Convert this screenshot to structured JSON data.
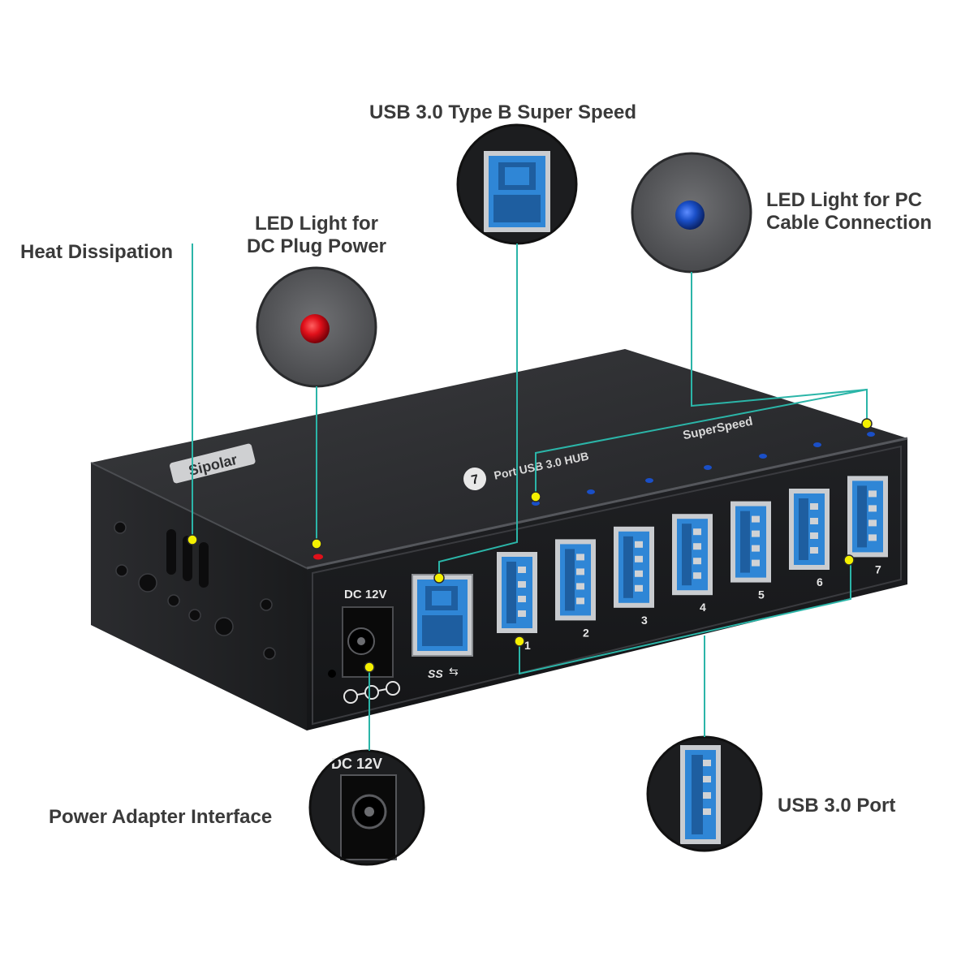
{
  "callouts": {
    "heat_dissipation": "Heat Dissipation",
    "led_dc_line1": "LED Light for",
    "led_dc_line2": "DC Plug Power",
    "usb_type_b": "USB 3.0 Type B Super Speed",
    "led_pc_line1": "LED Light for PC",
    "led_pc_line2": "Cable Connection",
    "power_adapter": "Power Adapter Interface",
    "usb_port": "USB 3.0 Port"
  },
  "device": {
    "brand": "Sipolar",
    "port_count_badge": "7",
    "model_text": "Port USB 3.0 HUB",
    "speed_text": "SuperSpeed",
    "dc_label": "DC 12V",
    "zoom_dc_label": "DC 12V",
    "ss_logo": "SS",
    "port_numbers": [
      "1",
      "2",
      "3",
      "4",
      "5",
      "6",
      "7"
    ]
  },
  "colors": {
    "accent_line": "#2bb5a8",
    "marker": "#f4f000",
    "usb_blue": "#2f86d6",
    "led_red": "#e0101a",
    "led_blue": "#1a4fc7",
    "case": "#1c1d1f"
  }
}
